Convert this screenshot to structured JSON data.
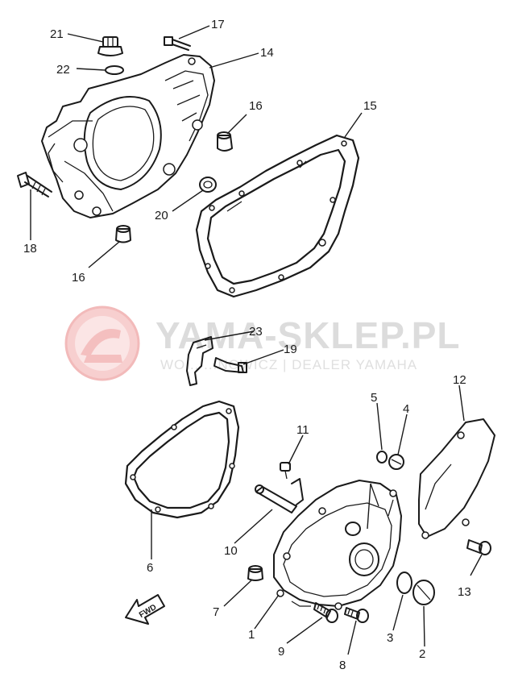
{
  "watermark": {
    "main": "YAMA-SKLEP.PL",
    "sub": "WO... ...NOWICZ | DEALER YAMAHA",
    "logo": "yama-sklep-logo"
  },
  "fwd_label": "FWD",
  "callouts": {
    "c1": "1",
    "c2": "2",
    "c3": "3",
    "c4": "4",
    "c5": "5",
    "c6": "6",
    "c7": "7",
    "c8": "8",
    "c9": "9",
    "c10": "10",
    "c11": "11",
    "c12": "12",
    "c13": "13",
    "c14": "14",
    "c15": "15",
    "c16a": "16",
    "c16b": "16",
    "c17": "17",
    "c18": "18",
    "c19": "19",
    "c20": "20",
    "c21": "21",
    "c22": "22",
    "c23": "23"
  },
  "parts": [
    "crankcase-cover-left",
    "gasket-left",
    "plug",
    "o-ring",
    "o-ring-small",
    "dowel-pin",
    "bolt",
    "bolt-long",
    "shaft",
    "screw",
    "cover-plate",
    "bolt-small",
    "crankcase-cover-right",
    "gasket-right",
    "dowel-pin-16",
    "bolt-17",
    "bolt-18",
    "bolt-19",
    "oil-seal",
    "oil-filler-plug",
    "o-ring-22",
    "bracket"
  ]
}
